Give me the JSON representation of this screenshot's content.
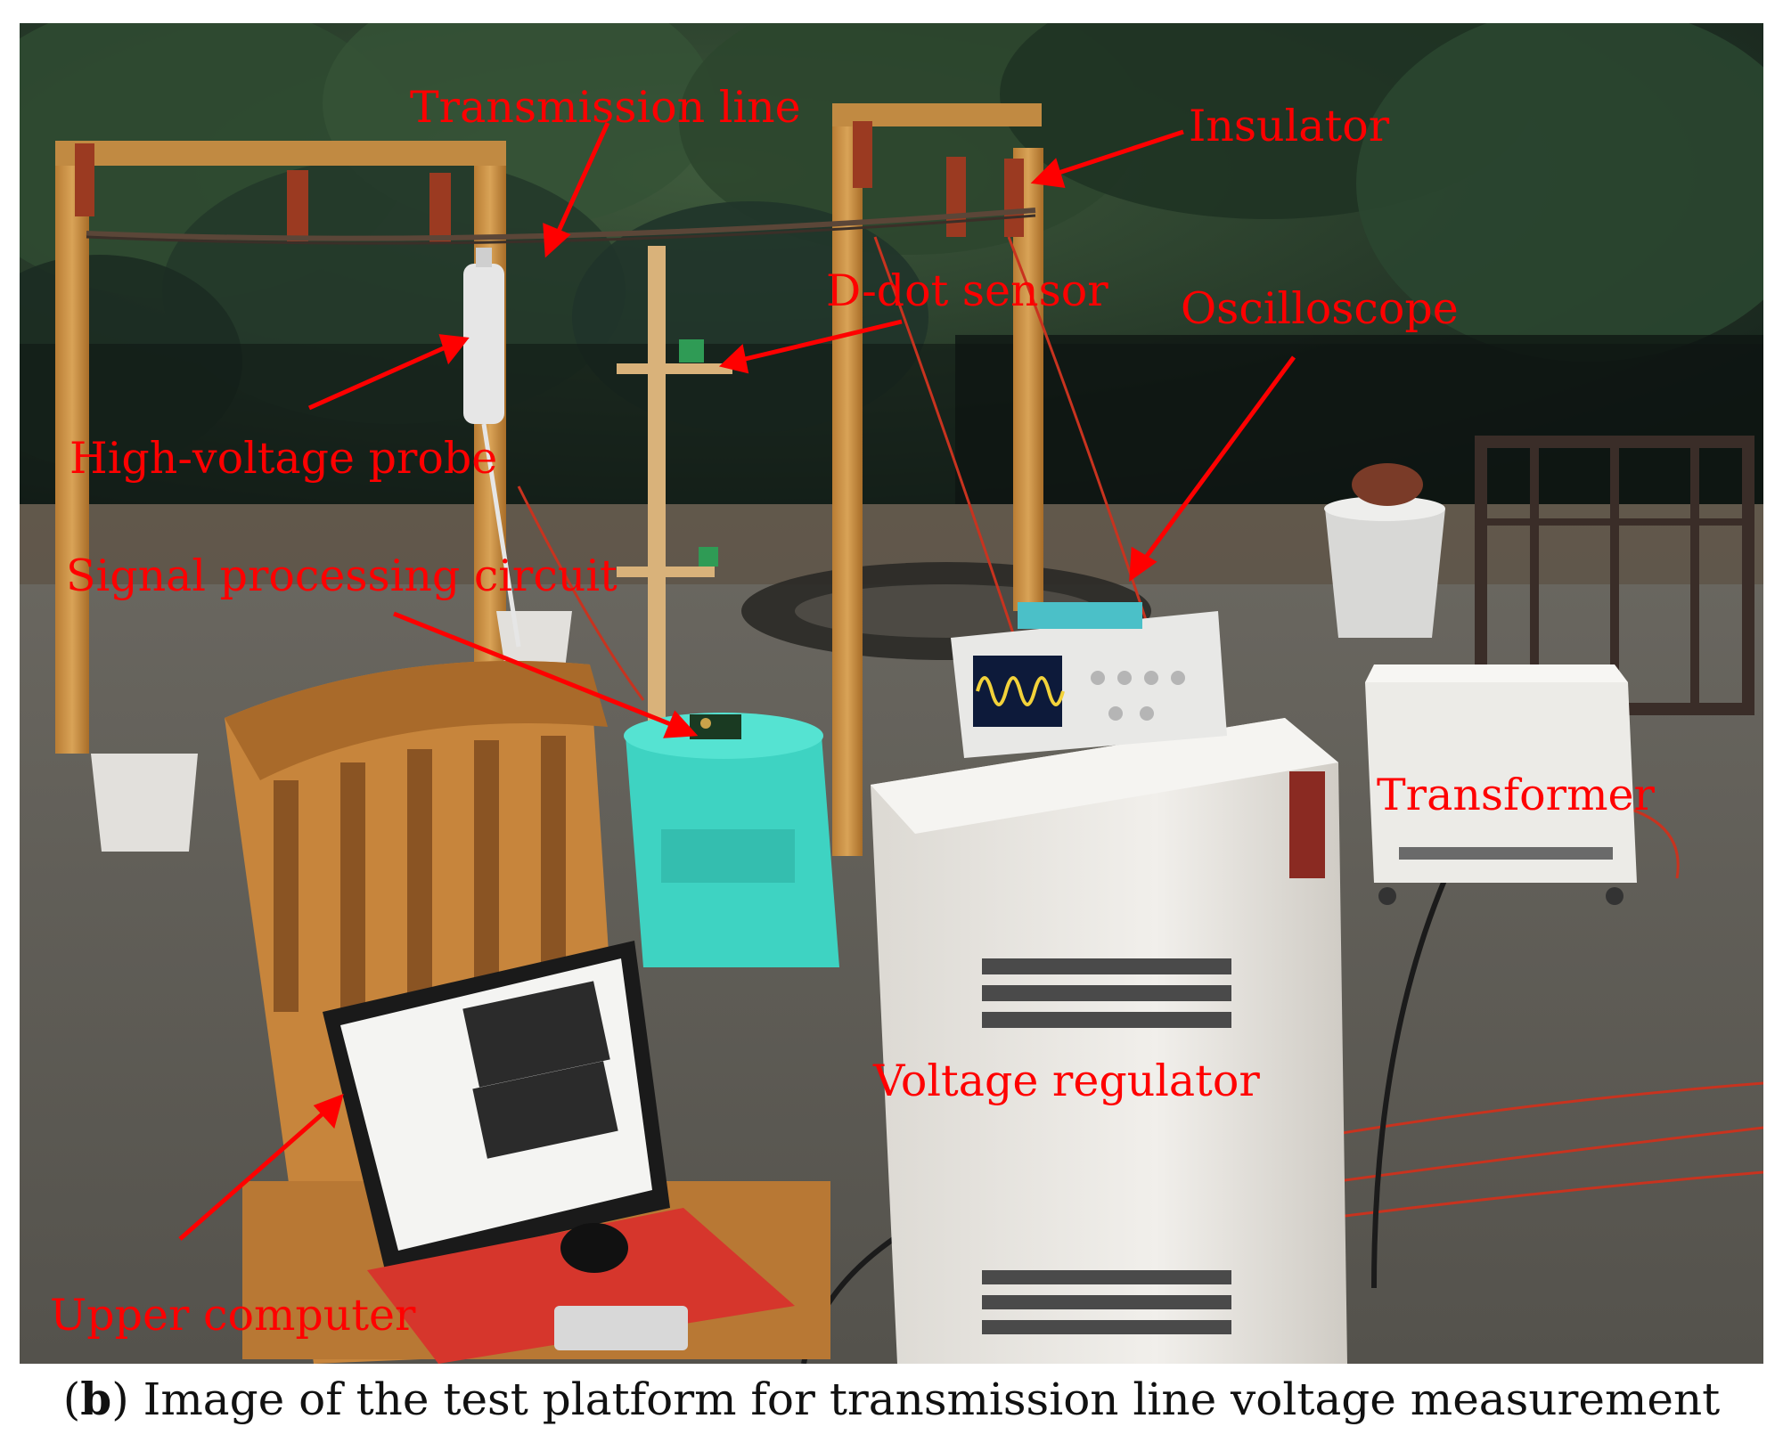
{
  "labels": {
    "transmission_line": "Transmission line",
    "insulator": "Insulator",
    "d_dot_sensor": "D-dot sensor",
    "oscilloscope": "Oscilloscope",
    "high_voltage_probe": "High-voltage probe",
    "signal_processing_circuit": "Signal processing circuit",
    "transformer": "Transformer",
    "voltage_regulator": "Voltage regulator",
    "upper_computer": "Upper computer"
  },
  "caption": {
    "panel": "b",
    "text": "Image of the test platform for transmission line voltage measurement"
  },
  "colors": {
    "annotation": "#ff0000",
    "caption_text": "#111111"
  }
}
